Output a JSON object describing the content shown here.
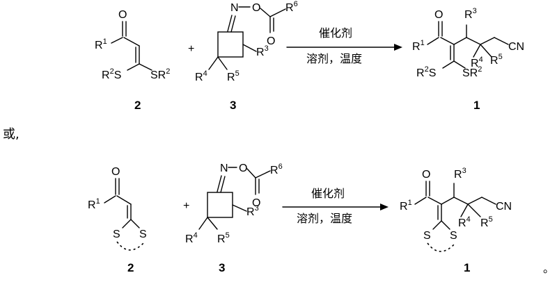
{
  "reaction_1": {
    "conditions_top": "催化剂",
    "conditions_bottom": "溶剂，温度",
    "compound_labels": [
      "2",
      "3",
      "1"
    ],
    "plus": "+"
  },
  "separator": "或,",
  "reaction_2": {
    "conditions_top": "催化剂",
    "conditions_bottom": "溶剂，温度",
    "compound_labels": [
      "2",
      "3",
      "1"
    ],
    "plus": "+"
  },
  "atoms": {
    "O": "O",
    "S": "S",
    "CN": "CN",
    "R": "R",
    "sup1": "1",
    "sup2": "2",
    "sup3": "3",
    "sup4": "4",
    "sup5": "5",
    "sup6": "6"
  },
  "end_mark": "。"
}
